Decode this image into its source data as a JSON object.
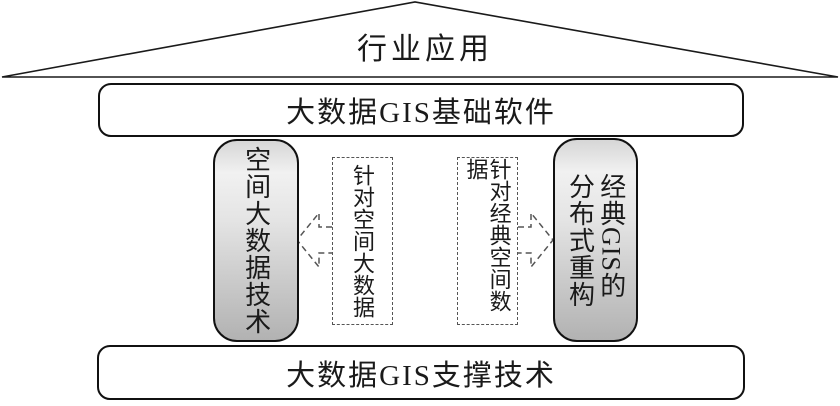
{
  "diagram": {
    "roof": {
      "label": "行业应用"
    },
    "top_bar": {
      "label": "大数据GIS基础软件"
    },
    "bottom_bar": {
      "label": "大数据GIS支撑技术"
    },
    "left_pillar": {
      "label": "空间大数据技术"
    },
    "right_pillar": {
      "column_right": "经典GIS的",
      "column_left": "分布式重构"
    },
    "left_note": {
      "label": "针对空间大数据"
    },
    "right_note": {
      "label": "针对经典空间数据"
    },
    "icons": {
      "left_arrow": "left-dashed-arrow-icon",
      "right_arrow": "right-dashed-arrow-icon"
    },
    "colors": {
      "line": "#1a1a1a",
      "dashed": "#555555",
      "pillar_gradient_top": "#f1f1f1",
      "pillar_gradient_bottom": "#b2b2b2",
      "background": "#ffffff"
    }
  }
}
